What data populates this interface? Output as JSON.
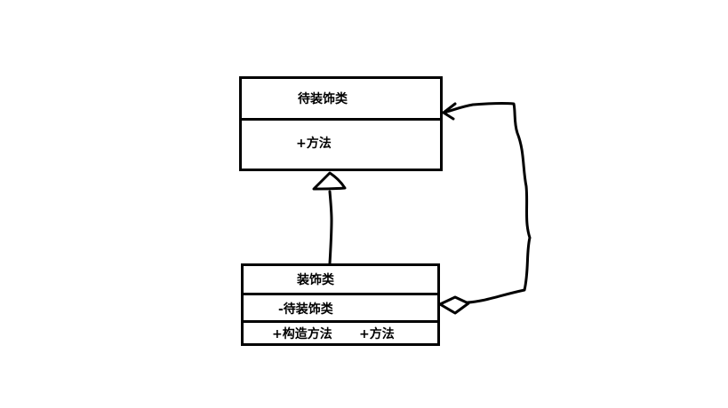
{
  "diagram": {
    "component": {
      "name": "待装饰类",
      "method": "+方法"
    },
    "decorator": {
      "name": "装饰类",
      "field": "-待装饰类",
      "constructor": "+构造方法",
      "method": "+方法"
    },
    "relations": [
      {
        "type": "inheritance",
        "from": "decorator",
        "to": "component"
      },
      {
        "type": "aggregation",
        "from": "decorator",
        "to": "component"
      }
    ]
  }
}
